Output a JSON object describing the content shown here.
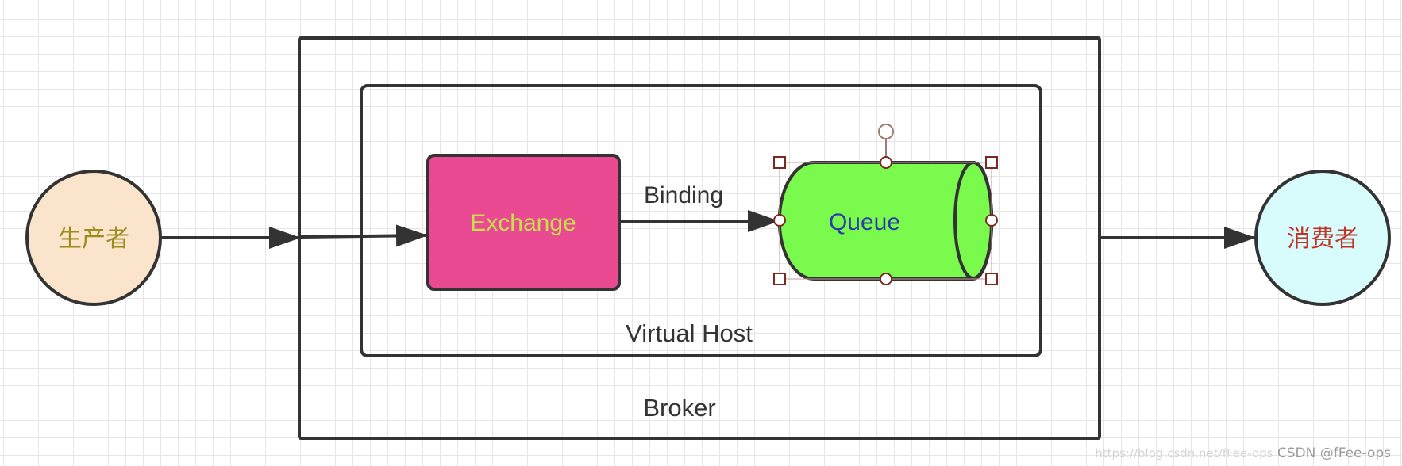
{
  "diagram": {
    "producer": {
      "label": "生产者",
      "fill": "#fae5cc",
      "text_color": "#9a8d1c"
    },
    "consumer": {
      "label": "消费者",
      "fill": "#d8fcfb",
      "text_color": "#c23226"
    },
    "broker": {
      "label": "Broker"
    },
    "virtual_host": {
      "label": "Virtual Host"
    },
    "exchange": {
      "label": "Exchange",
      "fill": "#ea4a92",
      "text_color": "#c8df4c"
    },
    "binding": {
      "label": "Binding"
    },
    "queue": {
      "label": "Queue",
      "fill": "#7afa4c",
      "text_color": "#2a3fa8"
    },
    "stroke_color": "#333333",
    "selection_color": "#7a2a22"
  },
  "watermark": {
    "url": "https://blog.csdn.net/fFee-ops",
    "text": "CSDN @fFee-ops"
  }
}
